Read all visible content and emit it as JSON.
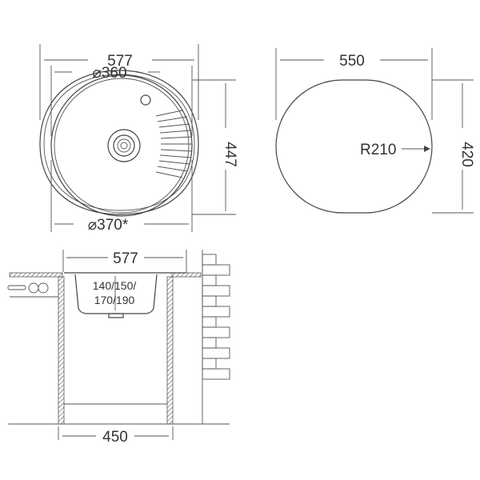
{
  "top_view": {
    "width_label": "577",
    "height_label": "447",
    "bowl_diameter_label": "⌀360",
    "cutout_diameter_label": "⌀370*"
  },
  "cutout_view": {
    "width_label": "550",
    "height_label": "420",
    "radius_label": "R210"
  },
  "side_view": {
    "width_label": "577",
    "depth_line1": "140/150/",
    "depth_line2": "170/190",
    "cabinet_label": "450"
  }
}
